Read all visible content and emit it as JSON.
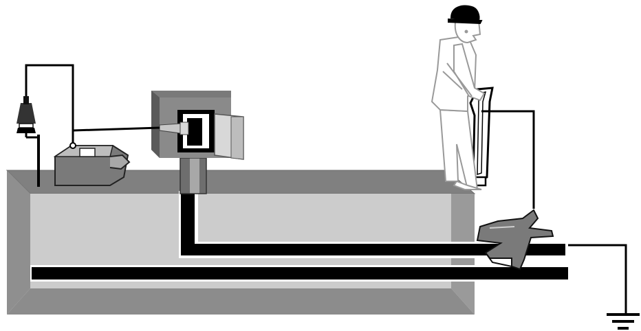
{
  "diagram": {
    "kind": "cable-locating-setup",
    "labels": [],
    "colors": {
      "background": "#ffffff",
      "ground_top": "#808080",
      "ground_front": "#cccccc",
      "ground_side": "#9a9a9a",
      "ground_bottom": "#8c8c8c",
      "cable": "#000000",
      "box_dark": "#7a7a7a",
      "box_light": "#d8d8d8",
      "person_outline": "#999999"
    },
    "components": [
      {
        "id": "transmitter",
        "icon": "transmitter-icon"
      },
      {
        "id": "plug",
        "icon": "power-plug-icon"
      },
      {
        "id": "pedestal",
        "icon": "pedestal-box-icon"
      },
      {
        "id": "receiver",
        "icon": "locator-wand-icon"
      },
      {
        "id": "clamp",
        "icon": "signal-clamp-icon"
      },
      {
        "id": "ground",
        "icon": "earth-ground-icon"
      },
      {
        "id": "operator",
        "icon": "worker-hardhat-icon"
      }
    ]
  }
}
